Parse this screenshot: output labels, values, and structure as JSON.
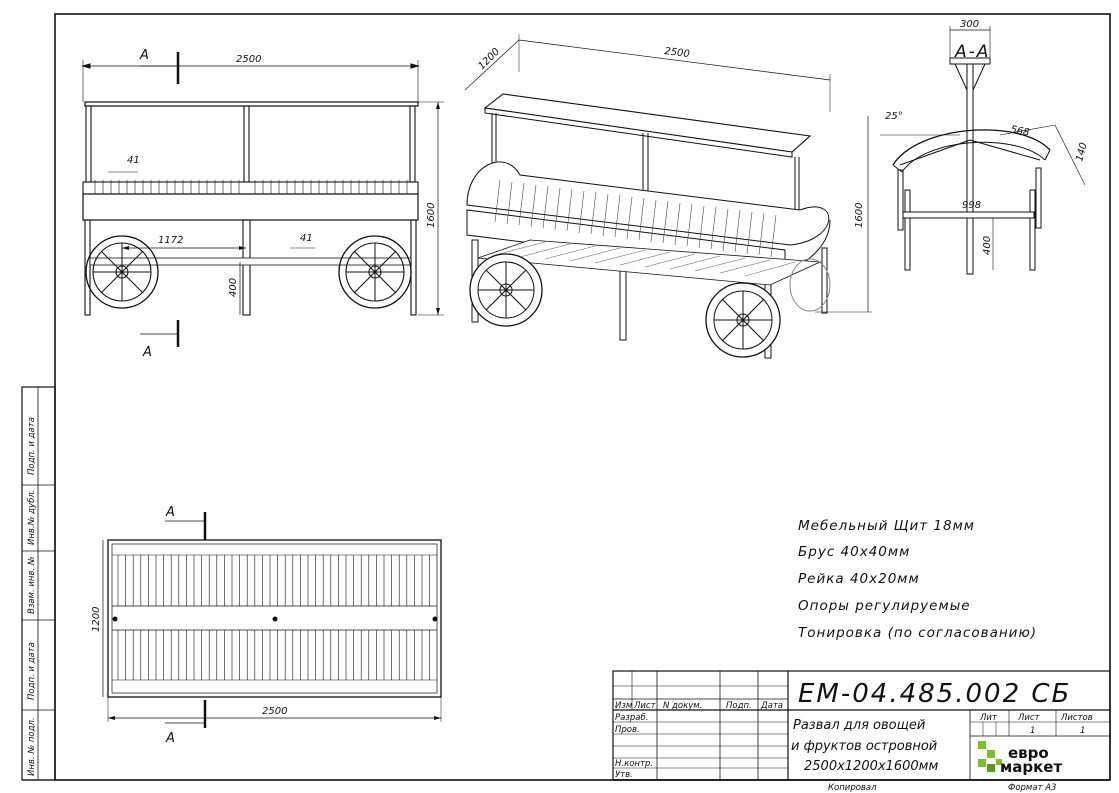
{
  "dimensions": {
    "front_width": "2500",
    "front_height": "1600",
    "wheel_offset": "1172",
    "leg_height": "400",
    "slat_gap_top": "41",
    "slat_gap_bottom": "41",
    "iso_depth": "1200",
    "iso_width": "2500",
    "iso_height": "1600",
    "section_top": "300",
    "roof_angle": "25°",
    "roof_length": "568",
    "roof_height": "140",
    "section_width": "998",
    "section_leg": "400",
    "plan_depth": "1200",
    "plan_width": "2500"
  },
  "section_marks": {
    "a": "А",
    "section_title": "А-А"
  },
  "notes": [
    "Мебельный Щит 18мм",
    "Брус 40х40мм",
    "Рейка 40х20мм",
    "Опоры регулируемые",
    "Тонировка (по согласованию)"
  ],
  "side_stamp": [
    "Подп. и дата",
    "Инв.№ дубл.",
    "Взам. инв. №",
    "Подп. и дата",
    "Инв. № подл."
  ],
  "title_block": {
    "doc_number": "ЕМ-04.485.002 СБ",
    "name_line1": "Развал для овощей",
    "name_line2": "и фруктов островной",
    "name_line3": "2500х1200х1600мм",
    "col_izm": "Изм",
    "col_list": "Лист",
    "col_docnum": "N докум.",
    "col_podp": "Подп.",
    "col_data": "Дата",
    "razrab": "Разраб.",
    "prov": "Пров.",
    "nkontr": "Н.контр.",
    "utv": "Утв.",
    "lit": "Лит",
    "sheet": "Лист",
    "sheets": "Листов",
    "sheet_value": "1",
    "sheets_value": "1",
    "copied": "Копировал",
    "format": "Формат А3",
    "logo_line1": "евро",
    "logo_line2": "маркет"
  }
}
